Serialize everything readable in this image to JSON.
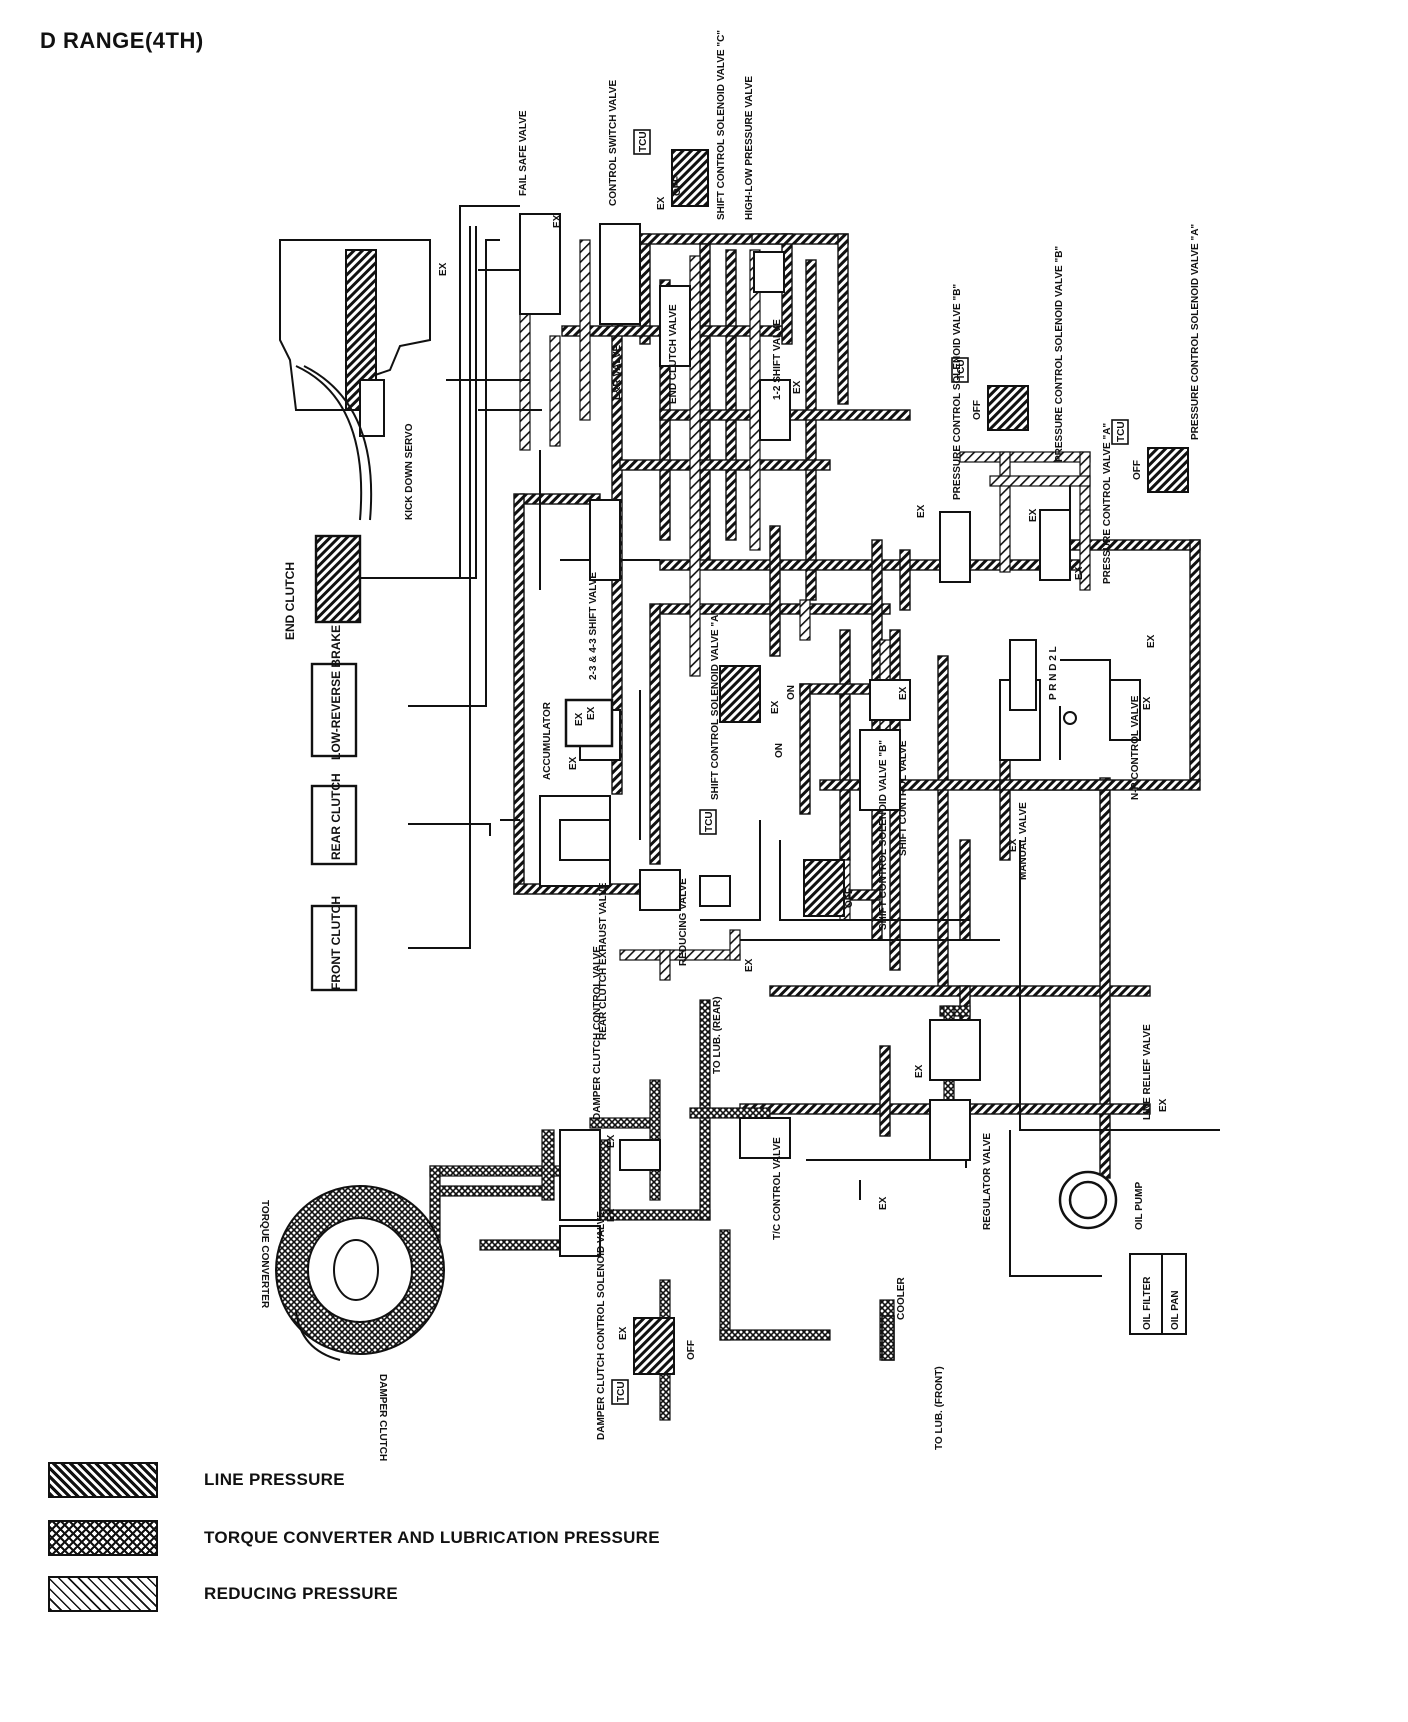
{
  "title": "D RANGE(4TH)",
  "labels": {
    "fail_safe": "FAIL SAFE VALVE",
    "control_switch": "CONTROL SWITCH VALVE",
    "shift_solenoid_c": "SHIFT CONTROL SOLENOID VALVE \"C\"",
    "high_low": "HIGH-LOW PRESSURE VALVE",
    "kick_down": "KICK DOWN SERVO",
    "lr_valve": "L&R VALVE",
    "end_clutch_valve": "END CLUTCH VALVE",
    "shift_12": "1-2 SHIFT VALVE",
    "pcsv_b": "PRESSURE CONTROL SOLENOID VALVE \"B\"",
    "pcsv_a": "PRESSURE CONTROL SOLENOID VALVE \"A\"",
    "pcv_b": "PRESSURE CONTROL SOLENOID VALVE \"B\"",
    "pcv_a": "PRESSURE CONTROL VALVE \"A\"",
    "shift_23": "2-3 & 4-3 SHIFT VALVE",
    "accumulator": "ACCUMULATOR",
    "scsv_a": "SHIFT CONTROL SOLENOID VALVE \"A\"",
    "scsv_b": "SHIFT CONTROL SOLENOID VALVE \"B\"",
    "shift_control": "SHIFT CONTROL VALVE",
    "nr_control": "N-R CONTROL VALVE",
    "manual_valve": "MANUAL VALVE",
    "prnd": "P R N D 2 L",
    "rear_clutch_exhaust": "REAR CLUTCH EXHAUST VALVE",
    "reducing": "REDUCING VALVE",
    "to_lub_rear": "TO LUB. (REAR)",
    "damper_clutch_control": "DAMPER CLUTCH CONTROL VALVE",
    "line_relief": "LINE RELIEF VALVE",
    "regulator": "REGULATOR VALVE",
    "tc_control": "T/C CONTROL VALVE",
    "torque_converter": "TORQUE CONVERTER",
    "damper_clutch": "DAMPER CLUTCH",
    "dccsv": "DAMPER CLUTCH CONTROL SOLENOID VALVE",
    "cooler": "COOLER",
    "to_lub_front": "TO LUB. (FRONT)",
    "oil_pump": "OIL PUMP",
    "oil_filter": "OIL FILTER",
    "oil_pan": "OIL PAN",
    "ex": "EX",
    "on": "ON",
    "off": "OFF",
    "tcu": "TCU"
  },
  "components": {
    "end_clutch": "END CLUTCH",
    "low_reverse": "LOW-REVERSE BRAKE",
    "rear_clutch": "REAR CLUTCH",
    "front_clutch": "FRONT CLUTCH"
  },
  "legend": [
    {
      "label": "LINE PRESSURE",
      "pattern": "line"
    },
    {
      "label": "TORQUE CONVERTER AND LUBRICATION PRESSURE",
      "pattern": "crosshatch"
    },
    {
      "label": "REDUCING PRESSURE",
      "pattern": "light-hatch"
    }
  ],
  "colors": {
    "ink": "#111111",
    "paper": "#ffffff"
  }
}
